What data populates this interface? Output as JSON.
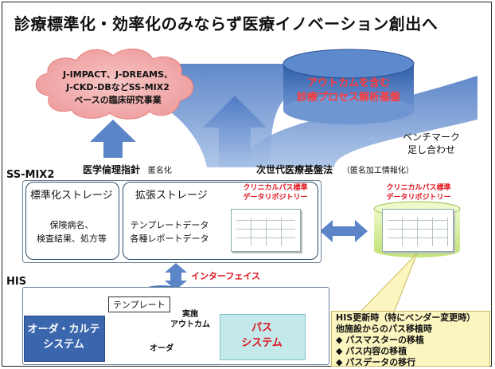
{
  "title": "診療標準化・効率化のみならず医療イノベーション創出へ",
  "cloud": {
    "lines": [
      "J-IMPACT、J-DREAMS、",
      "J-CKD-DBなどSS-MIX2",
      "ベースの臨床研究事業"
    ]
  },
  "cylinder_top": {
    "lines": [
      "アウトカムを含む",
      "診療プロセス解析基盤"
    ]
  },
  "benchmark": {
    "lines": [
      "ベンチマーク",
      "足し合わせ"
    ]
  },
  "ethics": {
    "label": "医学倫理指針",
    "note": "匿名化"
  },
  "nextgen": {
    "label": "次世代医療基盤法",
    "note": "（匿名加工情報化）"
  },
  "ssmix_label": "SS-MIX2",
  "standard_storage": {
    "title": "標準化ストレージ",
    "lines": [
      "保険病名、",
      "検査結果、処方等"
    ]
  },
  "extended_storage": {
    "title": "拡張ストレージ",
    "lines": [
      "テンプレートデータ",
      "各種レポートデータ"
    ]
  },
  "clinical_repo_left": {
    "lines": [
      "クリニカルパス標準",
      "データリポジトリー"
    ]
  },
  "clinical_repo_right": {
    "lines": [
      "クリニカルパス標準",
      "データリポジトリー"
    ]
  },
  "interface": "インターフェイス",
  "his_label": "HIS",
  "order_system": {
    "lines": [
      "オーダ・カルテ",
      "システム"
    ]
  },
  "path_system": {
    "lines": [
      "パス",
      "システム"
    ]
  },
  "template": "テンプレート",
  "implement": {
    "lines": [
      "実施",
      "アウトカム"
    ]
  },
  "order": "オーダ",
  "callout": {
    "head": [
      "HIS更新時（特にベンダー変更時）",
      "他施設からのパス移植時"
    ],
    "bullets": [
      "◆  パスマスターの移植",
      "◆  パス内容の移植",
      "◆  パスデータの移行"
    ]
  },
  "colors": {
    "accent_red": "#e0141e",
    "arrow_blue": "#5b85c7",
    "panel_border": "#2b4d6e",
    "storage_green": "#d7ef9e",
    "callout_bg": "#fbf5bf"
  }
}
